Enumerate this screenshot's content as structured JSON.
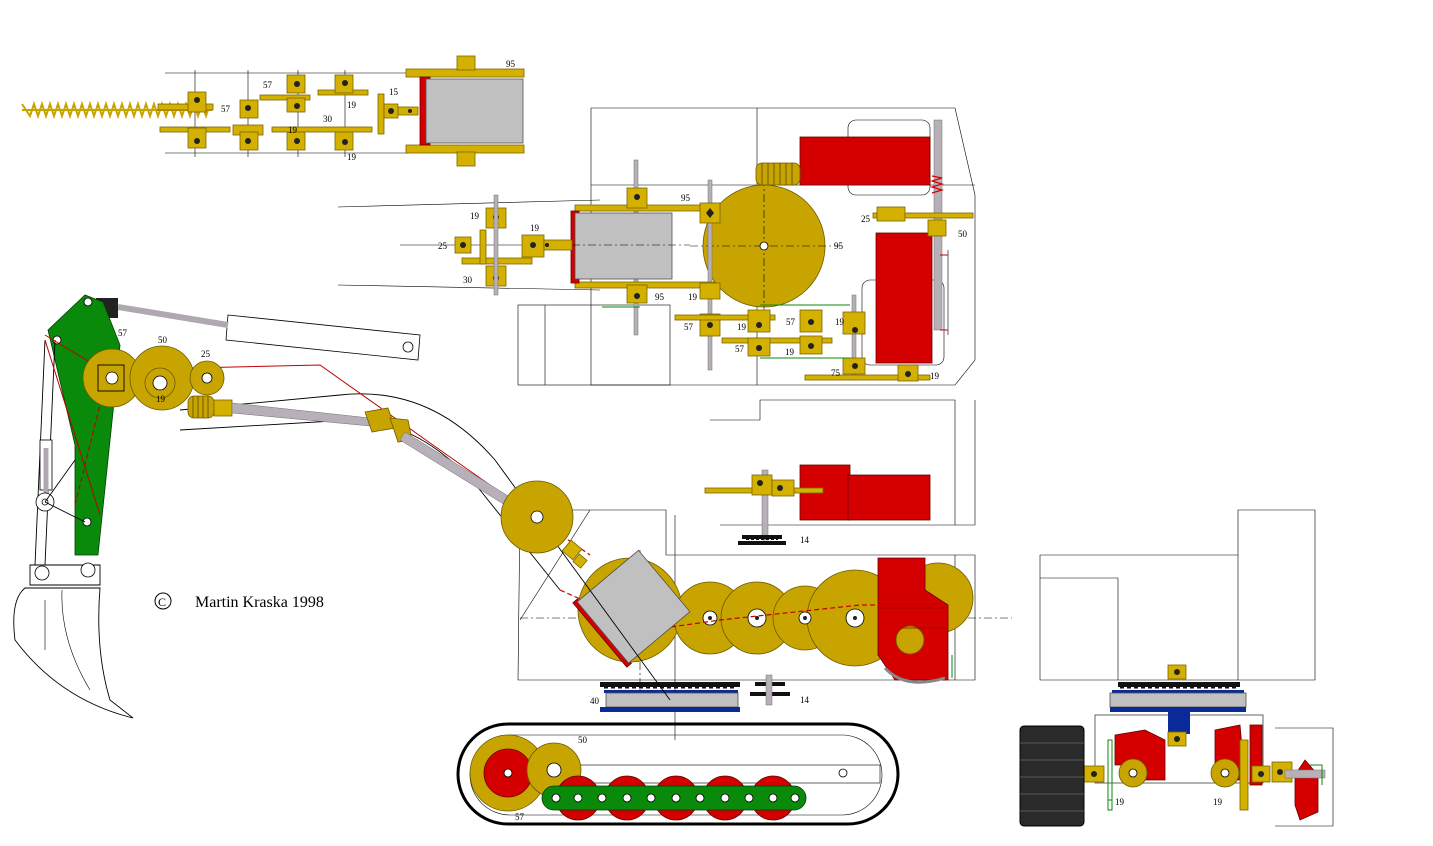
{
  "credit": {
    "copyright_symbol": "C",
    "author_year": "Martin Kraska 1998"
  },
  "gear_labels": {
    "top_left": [
      "95",
      "57",
      "57",
      "19",
      "19",
      "15",
      "30",
      "19"
    ],
    "top_right": [
      "95",
      "19",
      "19",
      "25",
      "30",
      "95",
      "95",
      "25",
      "50",
      "19",
      "57",
      "19",
      "57",
      "19",
      "57",
      "19",
      "75",
      "19"
    ],
    "arm": [
      "57",
      "50",
      "25",
      "19"
    ],
    "lower": [
      "14",
      "40",
      "14",
      "50",
      "57",
      "19",
      "19"
    ]
  },
  "colors": {
    "brass": "#c8a400",
    "motor": "#d40000",
    "body": "#c0c0c0",
    "arm": "#0a8a0a",
    "track": "#2a2a2a",
    "bearing": "#0a2a9a"
  }
}
